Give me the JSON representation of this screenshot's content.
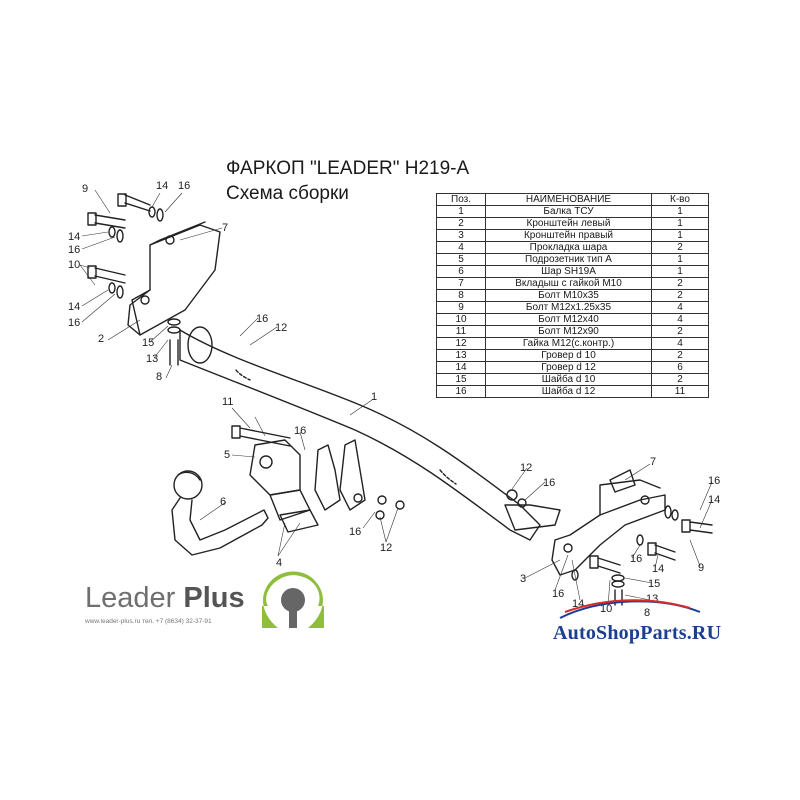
{
  "header": {
    "title": "ФАРКОП \"LEADER\" H219-A",
    "subtitle": "Схема сборки"
  },
  "parts_table": {
    "columns": [
      "Поз.",
      "НАИМЕНОВАНИЕ",
      "К-во"
    ],
    "rows": [
      [
        "1",
        "Балка ТСУ",
        "1"
      ],
      [
        "2",
        "Кронштейн левый",
        "1"
      ],
      [
        "3",
        "Кронштейн правый",
        "1"
      ],
      [
        "4",
        "Прокладка шара",
        "2"
      ],
      [
        "5",
        "Подрозетник тип А",
        "1"
      ],
      [
        "6",
        "Шар SH19A",
        "1"
      ],
      [
        "7",
        "Вкладыш с гайкой М10",
        "2"
      ],
      [
        "8",
        "Болт М10х35",
        "2"
      ],
      [
        "9",
        "Болт М12х1.25х35",
        "4"
      ],
      [
        "10",
        "Болт М12х40",
        "4"
      ],
      [
        "11",
        "Болт М12х90",
        "2"
      ],
      [
        "12",
        "Гайка М12(с.контр.)",
        "4"
      ],
      [
        "13",
        "Гровер d 10",
        "2"
      ],
      [
        "14",
        "Гровер d 12",
        "6"
      ],
      [
        "15",
        "Шайба d 10",
        "2"
      ],
      [
        "16",
        "Шайба d 12",
        "11"
      ]
    ]
  },
  "diagram_labels": {
    "left_bracket": [
      "9",
      "14",
      "16",
      "7",
      "14",
      "16",
      "10",
      "14",
      "16",
      "2",
      "15",
      "13",
      "8"
    ],
    "beam": [
      "16",
      "12",
      "1"
    ],
    "ball_assembly": [
      "11",
      "16",
      "5",
      "6",
      "4",
      "16",
      "12"
    ],
    "right_bracket": [
      "12",
      "16",
      "7",
      "16",
      "14",
      "3",
      "16",
      "14",
      "10",
      "16",
      "14",
      "9",
      "15",
      "13",
      "8"
    ]
  },
  "brand": {
    "name_regular": "Leader",
    "name_bold": "Plus",
    "contact": "www.leader-plus.ru   тел. +7 (8634) 32-37-91",
    "logo_icon": "tow-ball-omega-logo"
  },
  "watermark": {
    "text": "AutoShopParts.RU",
    "color": "#1c3f93"
  }
}
